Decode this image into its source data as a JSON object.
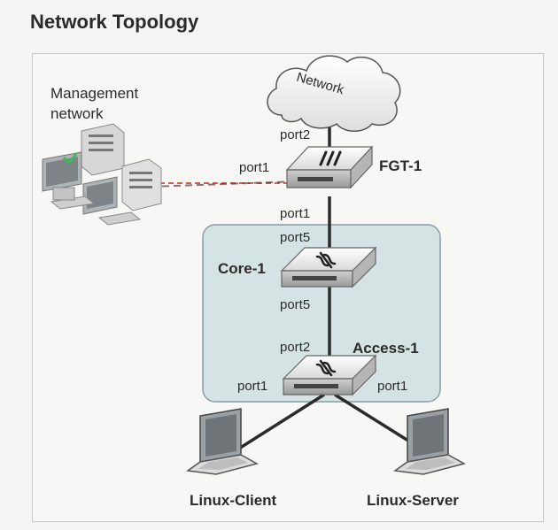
{
  "title": "Network Topology",
  "cloud_label": "Network",
  "management_label_line1": "Management",
  "management_label_line2": "network",
  "devices": {
    "fgt": {
      "name": "FGT-1",
      "port_up": "port2",
      "port_left": "port1",
      "port_down": "port1"
    },
    "core": {
      "name": "Core-1",
      "port_up": "port5",
      "port_down": "port5"
    },
    "access": {
      "name": "Access-1",
      "port_up": "port2",
      "port_left": "port1",
      "port_right": "port1"
    }
  },
  "hosts": {
    "client": "Linux-Client",
    "server": "Linux-Server"
  },
  "colors": {
    "switch_zone_fill": "#d5e3e5",
    "switch_zone_border": "#8a9ea3",
    "mgmt_link": "#c0392b",
    "link": "#2b2b2b"
  },
  "icons": {
    "firewall": "firewall-icon",
    "switch": "switch-icon",
    "cloud": "cloud-icon",
    "laptop": "laptop-icon",
    "servers": "server-rack-icon"
  }
}
